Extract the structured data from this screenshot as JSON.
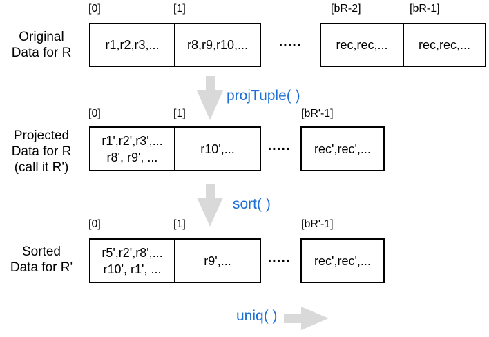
{
  "colors": {
    "accent_blue": "#1C6FD6",
    "arrow_gray": "#D9D9D9",
    "box_border": "#000000"
  },
  "rows": [
    {
      "label_lines": [
        "Original",
        "Data for R"
      ],
      "indices": [
        "[0]",
        "[1]",
        "[bR-2]",
        "[bR-1]"
      ],
      "cells": [
        "r1,r2,r3,...",
        "r8,r9,r10,...",
        "rec,rec,...",
        "rec,rec,..."
      ],
      "dots": "....."
    },
    {
      "label_lines": [
        "Projected",
        "Data for R",
        "(call it R')"
      ],
      "indices": [
        "[0]",
        "[1]",
        "[bR'-1]"
      ],
      "cells": [
        "r1',r2',r3',...\nr8', r9', ...",
        "r10',...",
        "rec',rec',..."
      ],
      "dots": "....."
    },
    {
      "label_lines": [
        "Sorted",
        "Data for R'"
      ],
      "indices": [
        "[0]",
        "[1]",
        "[bR'-1]"
      ],
      "cells": [
        "r5',r2',r8',...\nr10', r1', ...",
        "r9',...",
        "rec',rec',..."
      ],
      "dots": "....."
    }
  ],
  "operations": [
    {
      "label": "projTuple( )",
      "arrow": "down"
    },
    {
      "label": "sort( )",
      "arrow": "down"
    },
    {
      "label": "uniq( )",
      "arrow": "right"
    }
  ]
}
